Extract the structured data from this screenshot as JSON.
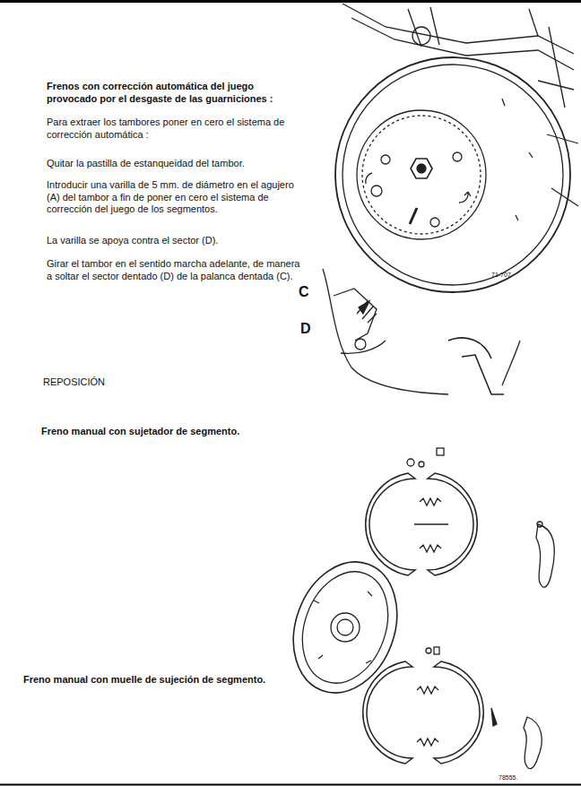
{
  "diagram": {
    "title": "Frenos con corrección automática del juego provocado por el desgaste de las guarniciones :",
    "labels": [
      "Para extraer los tambores poner en cero el sistema de corrección automática :",
      "Quitar la pastilla de estanqueidad del tambor.",
      "Introducir una varilla de 5 mm. de diámetro en el agujero (A) del tambor a fin de poner en cero el sistema de corrección del juego de los segmentos.",
      "La varilla se apoya contra el sector (D).",
      "Girar el tambor en el sentido marcha adelante, de manera a soltar el sector dentado (D) de la palanca dentada (C).",
      "71-707",
      "C",
      "D",
      "REPOSICIÓN",
      "Freno manual con sujetador de segmento.",
      "Freno manual con muelle de sujeción de segmento.",
      "78555."
    ]
  }
}
